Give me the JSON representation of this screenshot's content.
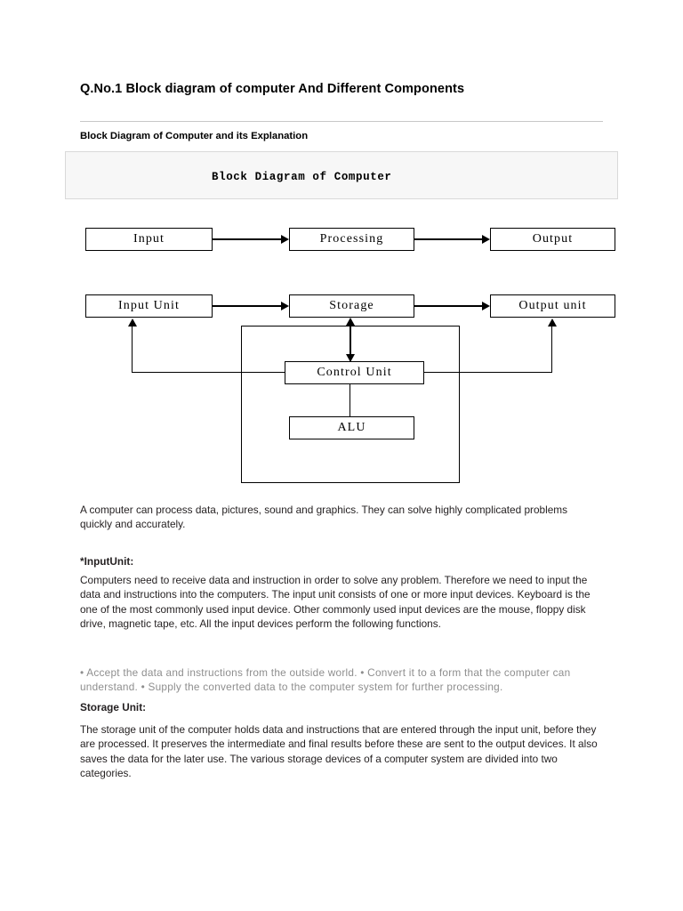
{
  "document": {
    "title": "Q.No.1 Block diagram of computer And Different Components",
    "subtitle": "Block Diagram of Computer and its Explanation",
    "banner_text": "Block Diagram of Computer"
  },
  "diagram": {
    "nodes": [
      {
        "id": "input",
        "label": "Input"
      },
      {
        "id": "processing",
        "label": "Processing"
      },
      {
        "id": "output",
        "label": "Output"
      },
      {
        "id": "input-unit",
        "label": "Input Unit"
      },
      {
        "id": "storage",
        "label": "Storage"
      },
      {
        "id": "output-unit",
        "label": "Output unit"
      },
      {
        "id": "control-unit",
        "label": "Control Unit"
      },
      {
        "id": "alu",
        "label": "ALU"
      }
    ]
  },
  "body": {
    "intro": "A computer can process data, pictures, sound and graphics. They can solve highly complicated problems quickly and accurately.",
    "input_heading": "*InputUnit:",
    "input_paragraph": "Computers need to receive data and instruction in order to solve any problem. Therefore we need to input the data and instructions into the computers. The input unit consists of one or more input devices. Keyboard is the one of the most commonly used input device. Other commonly used input devices are the mouse, floppy disk drive, magnetic tape, etc. All the input devices perform the following functions.",
    "bullets_line": "• Accept the data and instructions from the outside world. • Convert it to a form that the computer can understand. • Supply the converted data to the computer system for further processing.",
    "storage_heading": "Storage Unit:",
    "storage_paragraph": "The storage unit of the computer holds data and instructions that are entered through the input unit, before they are processed. It preserves the intermediate and final results before these are sent to the output devices. It also saves the data for the later use. The various storage devices of a computer system are divided into two categories."
  }
}
